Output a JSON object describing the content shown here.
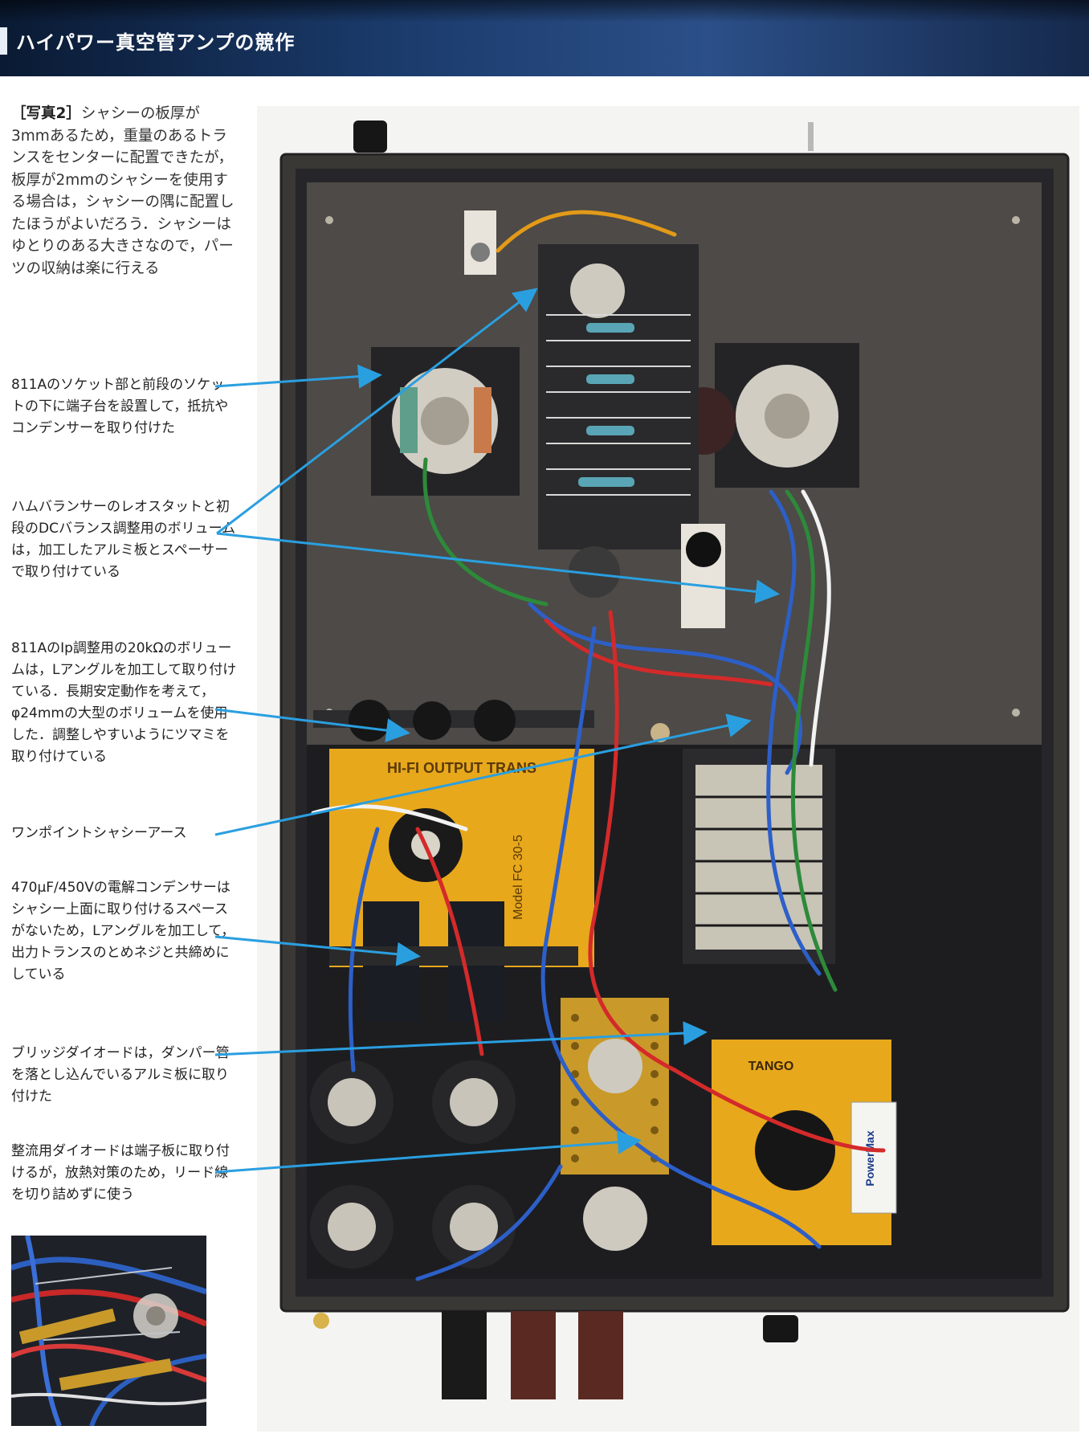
{
  "header": {
    "title": "ハイパワー真空管アンプの競作"
  },
  "captions": {
    "photo2_label": "［写真2］",
    "photo2_text": "シャシーの板厚が3mmあるため，重量のあるトランスをセンターに配置できたが，板厚が2mmのシャシーを使用する場合は，シャシーの隅に配置したほうがよいだろう．シャシーはゆとりのある大きさなので，パーツの収納は楽に行える",
    "socket_terminal": "811Aのソケット部と前段のソケットの下に端子台を設置して，抵抗やコンデンサーを取り付けた",
    "hum_balancer": "ハムバランサーのレオスタットと初段のDCバランス調整用のボリュームは，加工したアルミ板とスペーサーで取り付けている",
    "ip_volume": "811AのIp調整用の20kΩのボリュームは，Lアングルを加工して取り付けている．長期安定動作を考えて，φ24mmの大型のボリュームを使用した．調整しやすいようにツマミを取り付けている",
    "one_point_ground": "ワンポイントシャシーアース",
    "electrolytic_cap": "470μF/450Vの電解コンデンサーはシャシー上面に取り付けるスペースがないため，Lアングルを加工して，出力トランスのとめネジと共締めにしている",
    "bridge_diode": "ブリッジダイオードは，ダンパー管を落とし込んでいるアルミ板に取り付けた",
    "rectifier_diode": "整流用ダイオードは端子板に取り付けるが，放熱対策のため，リード線を切り詰めずに使う"
  },
  "photo_labels": {
    "output_transformer": "HI-FI OUTPUT TRANS",
    "model": "Model FC 30-5",
    "choke_brand": "TANGO",
    "choke_label": "PowerMax"
  },
  "colors": {
    "header_dark": "#0a1a33",
    "header_mid": "#2b4f88",
    "arrow": "#2a9fe0",
    "chassis_frame": "#3a3835",
    "chassis_plate": "#4d4a47",
    "transformer_gold": "#e8a81c"
  }
}
